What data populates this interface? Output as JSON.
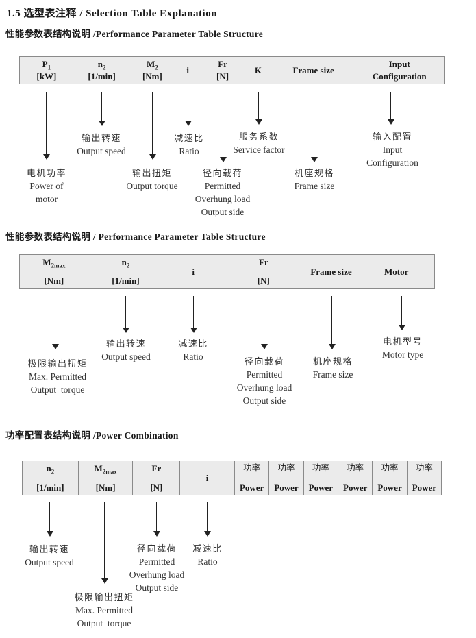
{
  "title": "1.5 选型表注释 / Selection Table Explanation",
  "s1": {
    "heading": "性能参数表结构说明 /Performance Parameter Table Structure",
    "table": {
      "p1": {
        "sym": "P",
        "sub": "1",
        "unit": "[kW]"
      },
      "n2": {
        "sym": "n",
        "sub": "2",
        "unit": "[1/min]"
      },
      "m2": {
        "sym": "M",
        "sub": "2",
        "unit": "[Nm]"
      },
      "i": {
        "sym": "i"
      },
      "fr": {
        "sym": "Fr",
        "unit": "[N]"
      },
      "k": {
        "sym": "K"
      },
      "frame": {
        "sym": "Frame size"
      },
      "input": {
        "line1": "Input",
        "line2": "Configuration"
      }
    },
    "labels": {
      "p1": [
        "电机功率",
        "Power of",
        "motor"
      ],
      "n2": [
        "输出转速",
        "Output speed"
      ],
      "m2": [
        "输出扭矩",
        "Output torque"
      ],
      "i": [
        "减速比",
        "Ratio"
      ],
      "fr": [
        "径向载荷",
        "Permitted",
        "Overhung load",
        "Output side"
      ],
      "k": [
        "服务系数",
        "Service factor"
      ],
      "frame": [
        "机座规格",
        "Frame size"
      ],
      "input": [
        "输入配置",
        "Input",
        "Configuration"
      ]
    }
  },
  "s2": {
    "heading": "性能参数表结构说明 / Performance Parameter Table Structure",
    "table": {
      "m2max": {
        "sym": "M",
        "sub": "2max",
        "unit": "[Nm]"
      },
      "n2": {
        "sym": "n",
        "sub": "2",
        "unit": "[1/min]"
      },
      "i": {
        "sym": "i"
      },
      "fr": {
        "sym": "Fr",
        "unit": "[N]"
      },
      "frame": {
        "sym": "Frame size"
      },
      "motor": {
        "sym": "Motor"
      }
    },
    "labels": {
      "m2max": [
        "极限输出扭矩",
        "Max. Permitted",
        "Output  torque"
      ],
      "n2": [
        "输出转速",
        "Output speed"
      ],
      "i": [
        "减速比",
        "Ratio"
      ],
      "fr": [
        "径向载荷",
        "Permitted",
        "Overhung load",
        "Output side"
      ],
      "frame": [
        "机座规格",
        "Frame size"
      ],
      "motor": [
        "电机型号",
        "Motor type"
      ]
    }
  },
  "s3": {
    "heading": "功率配置表结构说明 /Power Combination",
    "table": {
      "n2": {
        "sym": "n",
        "sub": "2",
        "unit": "[1/min]"
      },
      "m2max": {
        "sym": "M",
        "sub": "2max",
        "unit": "[Nm]"
      },
      "fr": {
        "sym": "Fr",
        "unit": "[N]"
      },
      "i": {
        "sym": "i"
      },
      "power_zh": "功率",
      "power_en": "Power"
    },
    "labels": {
      "n2": [
        "输出转速",
        "Output speed"
      ],
      "m2max": [
        "极限输出扭矩",
        "Max. Permitted",
        "Output  torque"
      ],
      "fr": [
        "径向载荷",
        "Permitted",
        "Overhung load",
        "Output side"
      ],
      "i": [
        "减速比",
        "Ratio"
      ]
    }
  }
}
